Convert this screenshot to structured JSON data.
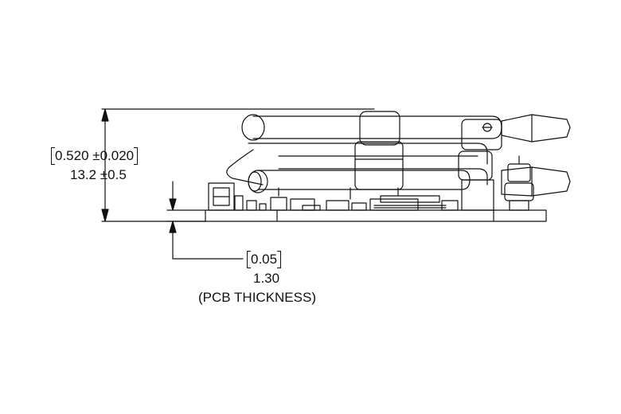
{
  "dimensions": {
    "height": {
      "inch_text": "0.520 ±0.020",
      "mm_text": "13.2 ±0.5"
    },
    "pcb": {
      "inch_text": "0.05",
      "mm_text": "1.30",
      "note": "(PCB THICKNESS)"
    }
  },
  "colors": {
    "line": "#111111",
    "background": "#ffffff"
  }
}
